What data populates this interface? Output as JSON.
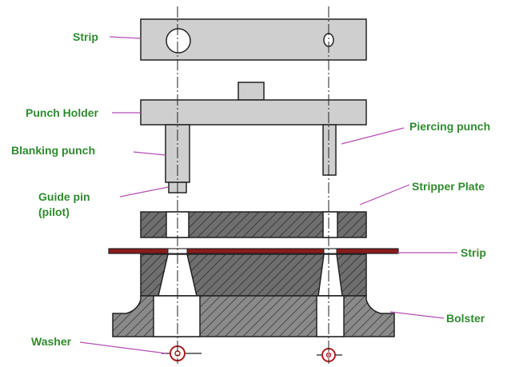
{
  "colors": {
    "label": "#2e8b2e",
    "leader": "#b44fb4",
    "part_fill": "#cfcfcf",
    "hatch_fill": "#6e6e6e",
    "strip_fill": "#8b1a1a"
  },
  "labels": {
    "strip_top": "Strip",
    "punch_holder": "Punch Holder",
    "blanking_punch": "Blanking punch",
    "guide_pin_line1": "Guide pin",
    "guide_pin_line2": "(pilot)",
    "piercing_punch": "Piercing punch",
    "stripper_plate": "Stripper Plate",
    "strip_bottom": "Strip",
    "bolster": "Bolster",
    "washer": "Washer"
  }
}
